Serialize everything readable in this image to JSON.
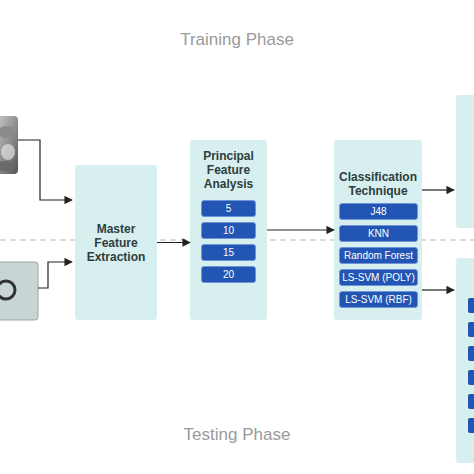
{
  "diagram": {
    "nodes": [
      {
        "text": [
          "Master Feature Extraction"
        ]
      },
      {
        "text": [
          "Principal Feature Analysis"
        ]
      },
      {
        "text": [
          "5"
        ],
        "in": 1
      },
      {
        "text": [
          "10"
        ],
        "in": 1
      },
      {
        "text": [
          "15"
        ],
        "in": 1
      },
      {
        "text": [
          "20"
        ],
        "in": 1
      },
      {
        "text": [
          "Classification Technique"
        ]
      },
      {
        "text": [
          "J48"
        ],
        "in": 6
      },
      {
        "text": [
          "KNN"
        ],
        "in": 6
      },
      {
        "text": [
          "Random Forest"
        ],
        "in": 6
      },
      {
        "text": [
          "LS-SVM (POLY)"
        ],
        "in": 6
      },
      {
        "text": [
          "LS-SVM (RBF)"
        ],
        "in": 6
      }
    ],
    "edges": [
      {
        "from": 0,
        "to": 1,
        "arrow": "to"
      },
      {
        "from": 1,
        "to": 6,
        "arrow": "to"
      }
    ],
    "labels": [
      "Training Phase",
      "Testing Phase"
    ]
  }
}
